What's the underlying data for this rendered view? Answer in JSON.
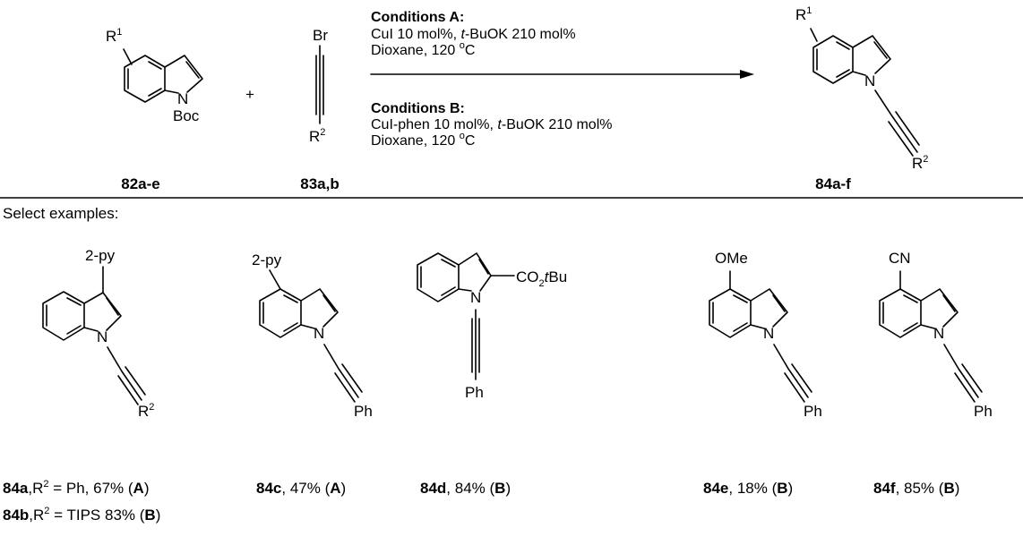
{
  "reactants": {
    "indole": {
      "substituent": "R",
      "substituent_sup": "1",
      "n_label": "N",
      "n_group": "Boc",
      "compound_label": "82a-e"
    },
    "plus": "+",
    "alkyne": {
      "top_atom": "Br",
      "bottom_group": "R",
      "bottom_sup": "2",
      "compound_label": "83a,b"
    }
  },
  "conditions": {
    "a": {
      "title": "Conditions A:",
      "line1_pre": "CuI 10 mol%, ",
      "line1_italic": "t",
      "line1_post": "-BuOK 210 mol%",
      "line2_pre": "Dioxane, 120 ",
      "line2_sup": "o",
      "line2_post": "C"
    },
    "b": {
      "title": "Conditions B:",
      "line1_pre": "CuI-phen 10 mol%, ",
      "line1_italic": "t",
      "line1_post": "-BuOK 210 mol%",
      "line2_pre": "Dioxane, 120 ",
      "line2_sup": "o",
      "line2_post": "C"
    }
  },
  "product": {
    "substituent": "R",
    "substituent_sup": "1",
    "n_label": "N",
    "alkyne_group": "R",
    "alkyne_sup": "2",
    "compound_label": "84a-f"
  },
  "select_examples_label": "Select examples:",
  "examples": [
    {
      "substituent": "2-py",
      "n_label": "N",
      "alkyne_group": "R",
      "alkyne_sup": "2",
      "caption1": {
        "label": "84a",
        "mid": ",R",
        "sup": "2",
        "tail": " = Ph, 67% (",
        "cond": "A",
        "close": ")"
      },
      "caption2": {
        "label": "84b",
        "mid": ",R",
        "sup": "2",
        "tail": " = TIPS 83% (",
        "cond": "B",
        "close": ")"
      }
    },
    {
      "substituent": "2-py",
      "n_label": "N",
      "alkyne_group": "Ph",
      "caption": {
        "label": "84c",
        "tail": ", 47% (",
        "cond": "A",
        "close": ")"
      }
    },
    {
      "substituent_pre": "CO",
      "substituent_sub": "2",
      "substituent_italic": "t",
      "substituent_post": "Bu",
      "n_label": "N",
      "alkyne_group": "Ph",
      "caption": {
        "label": "84d",
        "tail": ", 84% (",
        "cond": "B",
        "close": ")"
      }
    },
    {
      "substituent": "OMe",
      "n_label": "N",
      "alkyne_group": "Ph",
      "caption": {
        "label": "84e",
        "tail": ", 18% (",
        "cond": "B",
        "close": ")"
      }
    },
    {
      "substituent": "CN",
      "n_label": "N",
      "alkyne_group": "Ph",
      "caption": {
        "label": "84f",
        "tail": ", 85% (",
        "cond": "B",
        "close": ")"
      }
    }
  ]
}
